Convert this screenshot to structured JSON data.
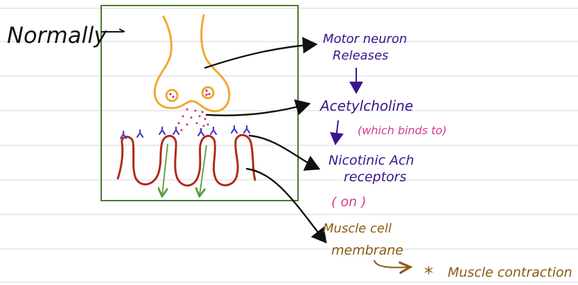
{
  "labels": {
    "normally": "Normally",
    "motor_neuron_line1": "Motor neuron",
    "motor_neuron_line2": "Releases",
    "acetylcholine": "Acetylcholine",
    "which_binds_to": "(which binds to)",
    "nicotinic_line1": "Nicotinic Ach",
    "nicotinic_line2": "receptors",
    "on": "( on )",
    "muscle_line1": "Muscle cell",
    "muscle_line2": "membrane",
    "muscle_contraction": "Muscle contraction",
    "asterisk": "*"
  },
  "colors": {
    "rule_line": "#d4d4d4",
    "box_border": "#4a7a2e",
    "neuron": "#f0a830",
    "membrane": "#b02a1a",
    "receptor": "#4b3cc8",
    "ach_dots": "#c0307a",
    "green_arrow": "#5a9a3a",
    "label_purple": "#3a148c",
    "label_pink": "#d63a8a",
    "label_brown": "#8a5a10",
    "arrow_black": "#111111"
  }
}
